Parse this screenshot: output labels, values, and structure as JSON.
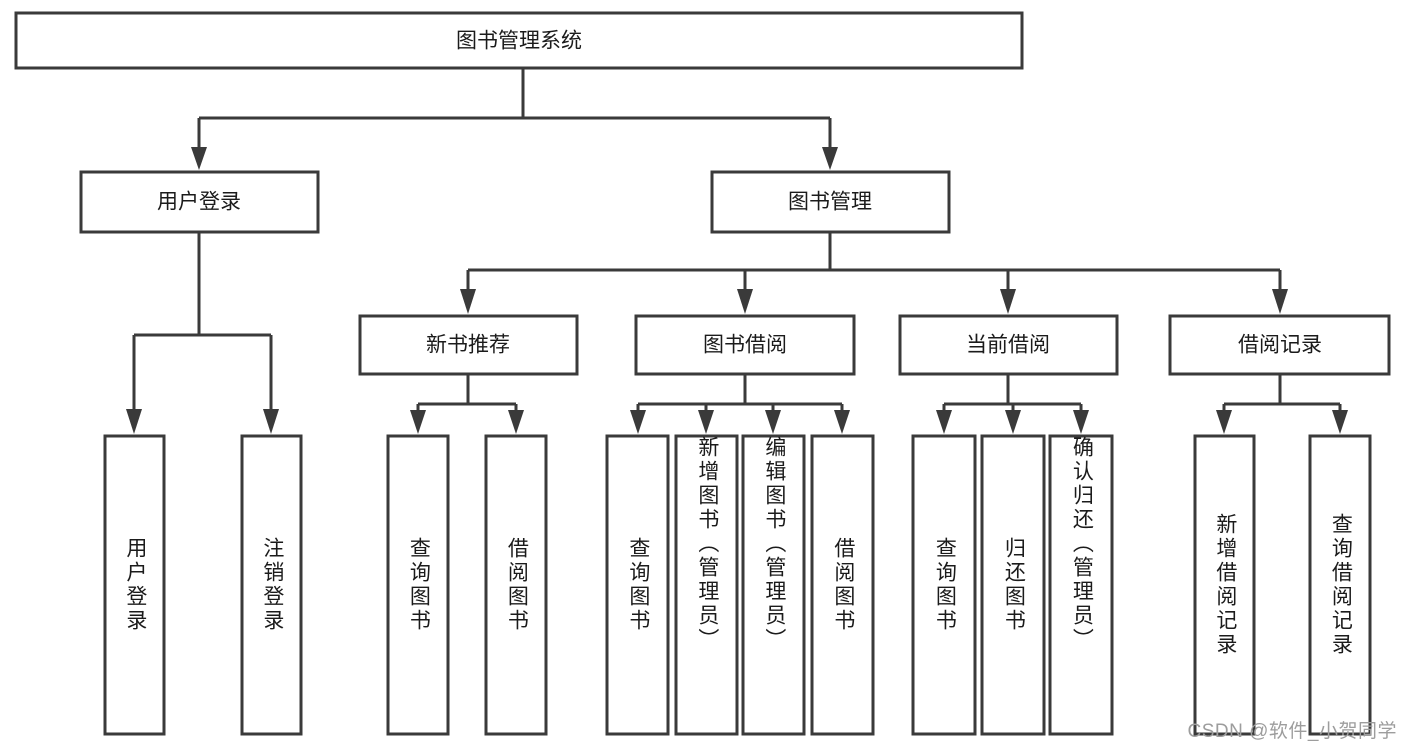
{
  "diagram": {
    "title": "图书管理系统",
    "watermark": "CSDN @软件_小贺同学",
    "colors": {
      "stroke": "#3a3a3a",
      "box_fill": "#ffffff",
      "text": "#1b1b1b",
      "watermark": "#9d9d9d",
      "background": "#ffffff"
    },
    "root": {
      "label": "图书管理系统"
    },
    "level2": [
      {
        "label": "用户登录"
      },
      {
        "label": "图书管理"
      }
    ],
    "level3": [
      {
        "label": "新书推荐"
      },
      {
        "label": "图书借阅"
      },
      {
        "label": "当前借阅"
      },
      {
        "label": "借阅记录"
      }
    ],
    "leaves": {
      "user_login": [
        {
          "label": "用户登录"
        },
        {
          "label": "注销登录"
        }
      ],
      "new_book_recommend": [
        {
          "label": "查询图书"
        },
        {
          "label": "借阅图书"
        }
      ],
      "book_borrow": [
        {
          "label": "查询图书"
        },
        {
          "label": "新增图书（管理员）"
        },
        {
          "label": "编辑图书（管理员）"
        },
        {
          "label": "借阅图书"
        }
      ],
      "current_borrow": [
        {
          "label": "查询图书"
        },
        {
          "label": "归还图书"
        },
        {
          "label": "确认归还（管理员）"
        }
      ],
      "borrow_records": [
        {
          "label": "新增借阅记录"
        },
        {
          "label": "查询借阅记录"
        }
      ]
    }
  }
}
